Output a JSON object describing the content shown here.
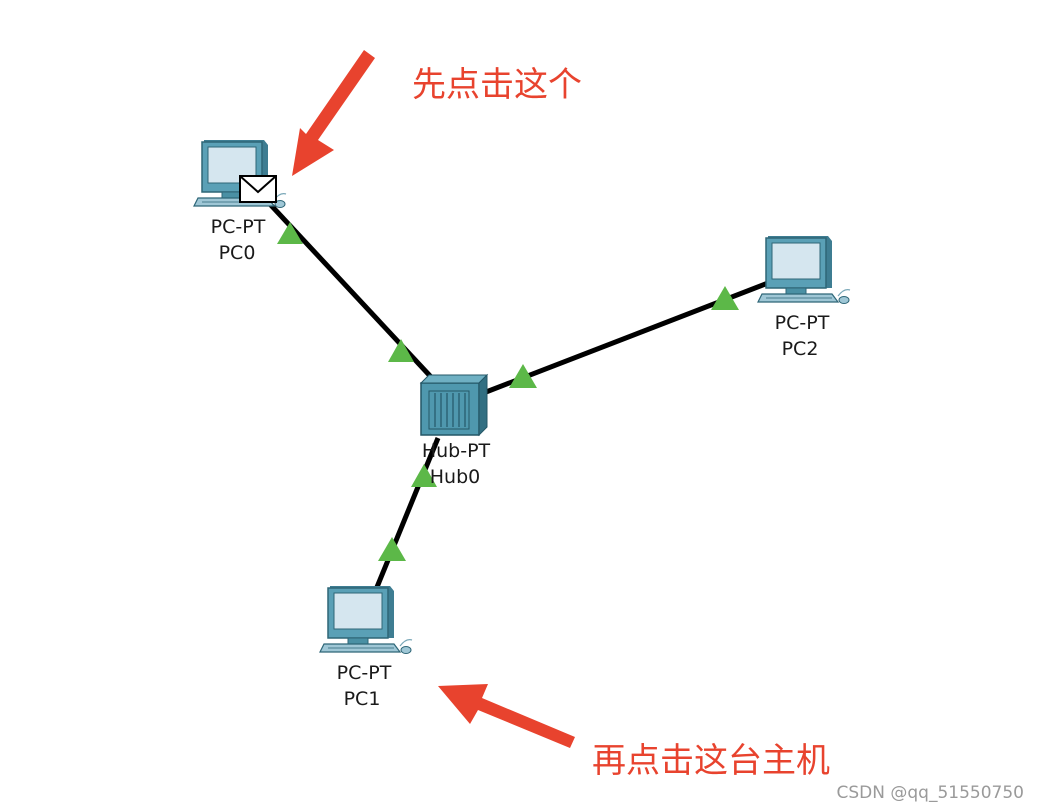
{
  "annotations": {
    "first": "先点击这个",
    "second": "再点击这台主机"
  },
  "devices": {
    "pc0": {
      "model": "PC-PT",
      "name": "PC0"
    },
    "pc1": {
      "model": "PC-PT",
      "name": "PC1"
    },
    "pc2": {
      "model": "PC-PT",
      "name": "PC2"
    },
    "hub0": {
      "model": "Hub-PT",
      "name": "Hub0"
    }
  },
  "watermark": "CSDN @qq_51550750",
  "colors": {
    "annotation": "#e8432e",
    "link": "#000000",
    "link_status": "#5cb848",
    "device": "#4a90a4"
  }
}
